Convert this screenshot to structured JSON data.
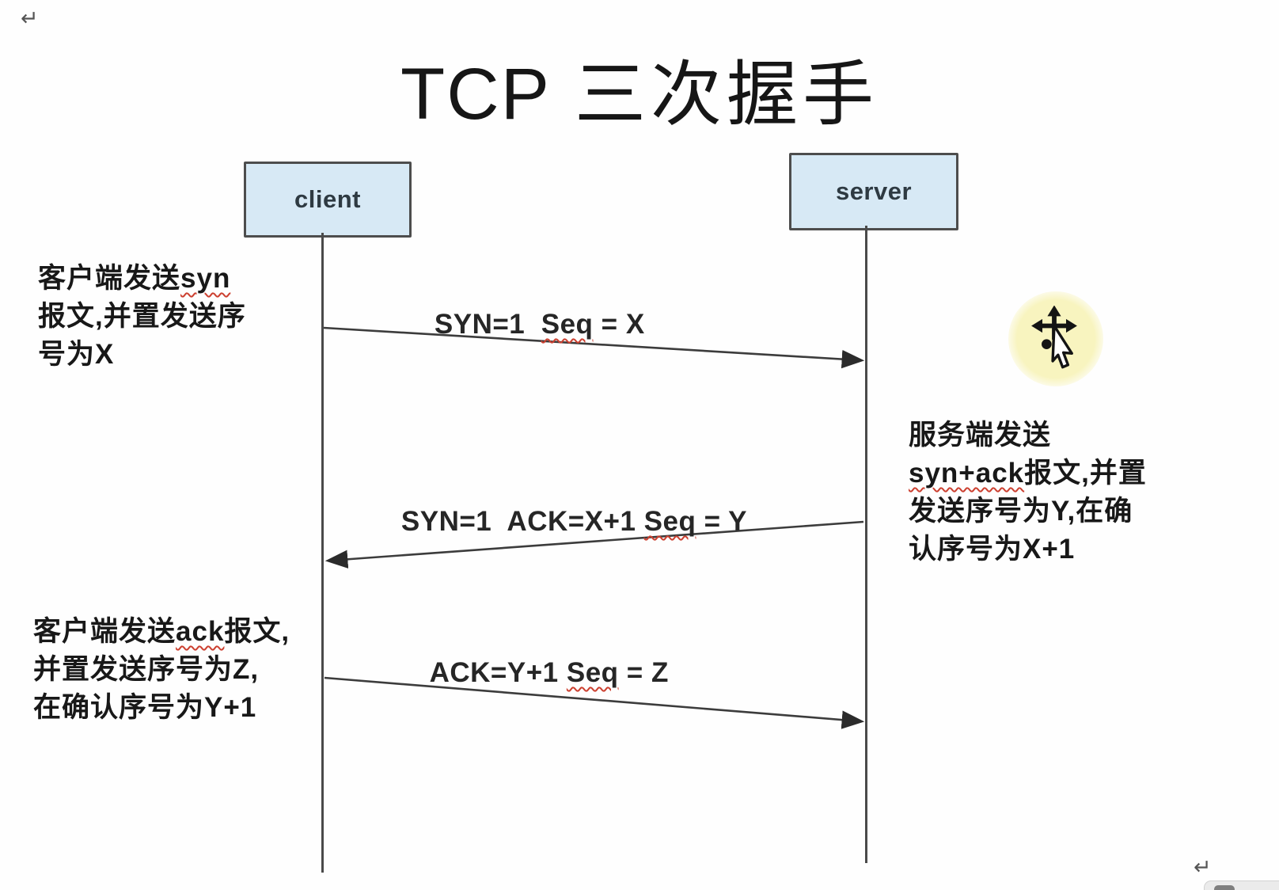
{
  "page": {
    "title_latin": "TCP",
    "title_cjk": "三次握手",
    "return_mark": "↵"
  },
  "actors": {
    "client": "client",
    "server": "server"
  },
  "messages": [
    {
      "pre": "SYN=1  ",
      "word": "Seq",
      "post": " = X"
    },
    {
      "pre": "SYN=1  ACK=X+1 ",
      "word": "Seq",
      "post": " = Y"
    },
    {
      "pre": "ACK=Y+1 ",
      "word": "Seq",
      "post": " = Z"
    }
  ],
  "notes": {
    "client_syn": {
      "l1_pre": "客户端发送",
      "l1_word": "syn",
      "l2": "报文,并置发送序",
      "l3": "号为X"
    },
    "server_synack": {
      "l1": "服务端发送",
      "l2_word": "syn+ack",
      "l2_post": "报文,并置",
      "l3": "发送序号为Y,在确",
      "l4": "认序号为X+1"
    },
    "client_ack": {
      "l1_pre": "客户端发送",
      "l1_word": "ack",
      "l1_post": "报文,",
      "l2": "并置发送序号为Z,",
      "l3": "在确认序号为Y+1"
    }
  },
  "icons": {
    "cursor": "move-cursor-icon",
    "highlight": "cursor-highlight-circle"
  },
  "colors": {
    "actor_fill": "#d7e9f5",
    "actor_border": "#4d4d4d",
    "line": "#3c3c3c",
    "text": "#1e1e1e",
    "spellcheck_underline": "#cc4030",
    "cursor_highlight": "#f8f4bf",
    "background": "#fefefe"
  }
}
